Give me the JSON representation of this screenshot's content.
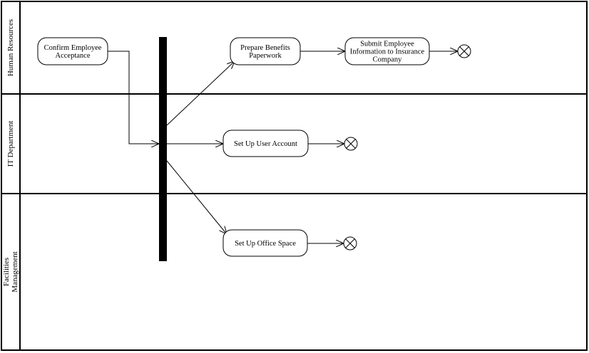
{
  "swimlanes": [
    {
      "id": "hr",
      "label_lines": [
        "Human Resources"
      ]
    },
    {
      "id": "it",
      "label_lines": [
        "IT Department"
      ]
    },
    {
      "id": "fm",
      "label_lines": [
        "Facilities",
        "Management"
      ]
    }
  ],
  "activities": [
    {
      "id": "confirm",
      "label_lines": [
        "Confirm Employee",
        "Acceptance"
      ]
    },
    {
      "id": "benefits",
      "label_lines": [
        "Prepare Benefits",
        "Paperwork"
      ]
    },
    {
      "id": "submit",
      "label_lines": [
        "Submit Employee",
        "Information to Insurance",
        "Company"
      ]
    },
    {
      "id": "account",
      "label_lines": [
        "Set Up User Account"
      ]
    },
    {
      "id": "office",
      "label_lines": [
        "Set Up Office Space"
      ]
    }
  ],
  "fork_bar": {
    "id": "fork"
  },
  "final_nodes": [
    {
      "id": "end-hr"
    },
    {
      "id": "end-it"
    },
    {
      "id": "end-fm"
    }
  ],
  "flows": [
    {
      "from": "confirm",
      "to": "fork"
    },
    {
      "from": "fork",
      "to": "benefits"
    },
    {
      "from": "fork",
      "to": "account"
    },
    {
      "from": "fork",
      "to": "office"
    },
    {
      "from": "benefits",
      "to": "submit"
    },
    {
      "from": "submit",
      "to": "end-hr"
    },
    {
      "from": "account",
      "to": "end-it"
    },
    {
      "from": "office",
      "to": "end-fm"
    }
  ],
  "colors": {
    "line": "#000000",
    "fill": "#ffffff",
    "bar": "#000000"
  }
}
